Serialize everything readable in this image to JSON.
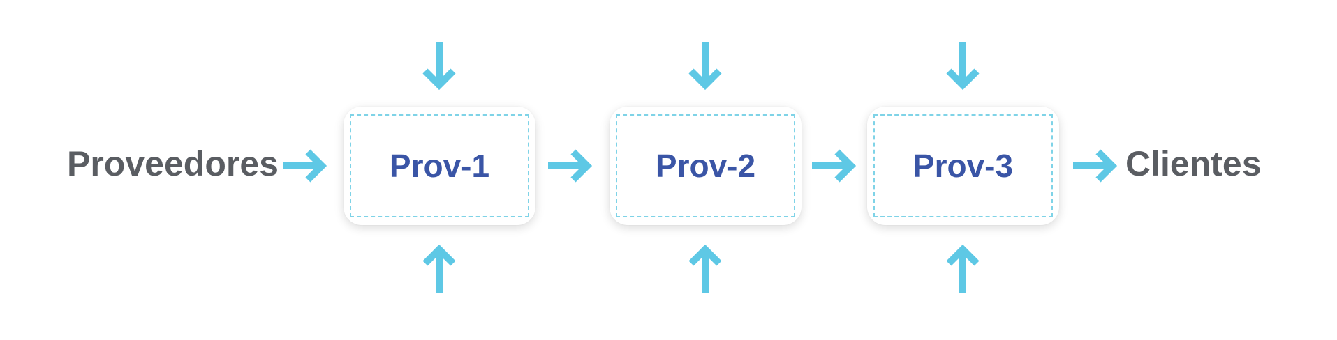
{
  "diagram": {
    "source_label": "Proveedores",
    "target_label": "Clientes",
    "stages": [
      {
        "label": "Prov-1"
      },
      {
        "label": "Prov-2"
      },
      {
        "label": "Prov-3"
      }
    ]
  },
  "colors": {
    "arrow": "#5ec8e5",
    "stage_text": "#3a55a6",
    "end_text": "#5a5d62",
    "dash": "#7fd3e7"
  }
}
